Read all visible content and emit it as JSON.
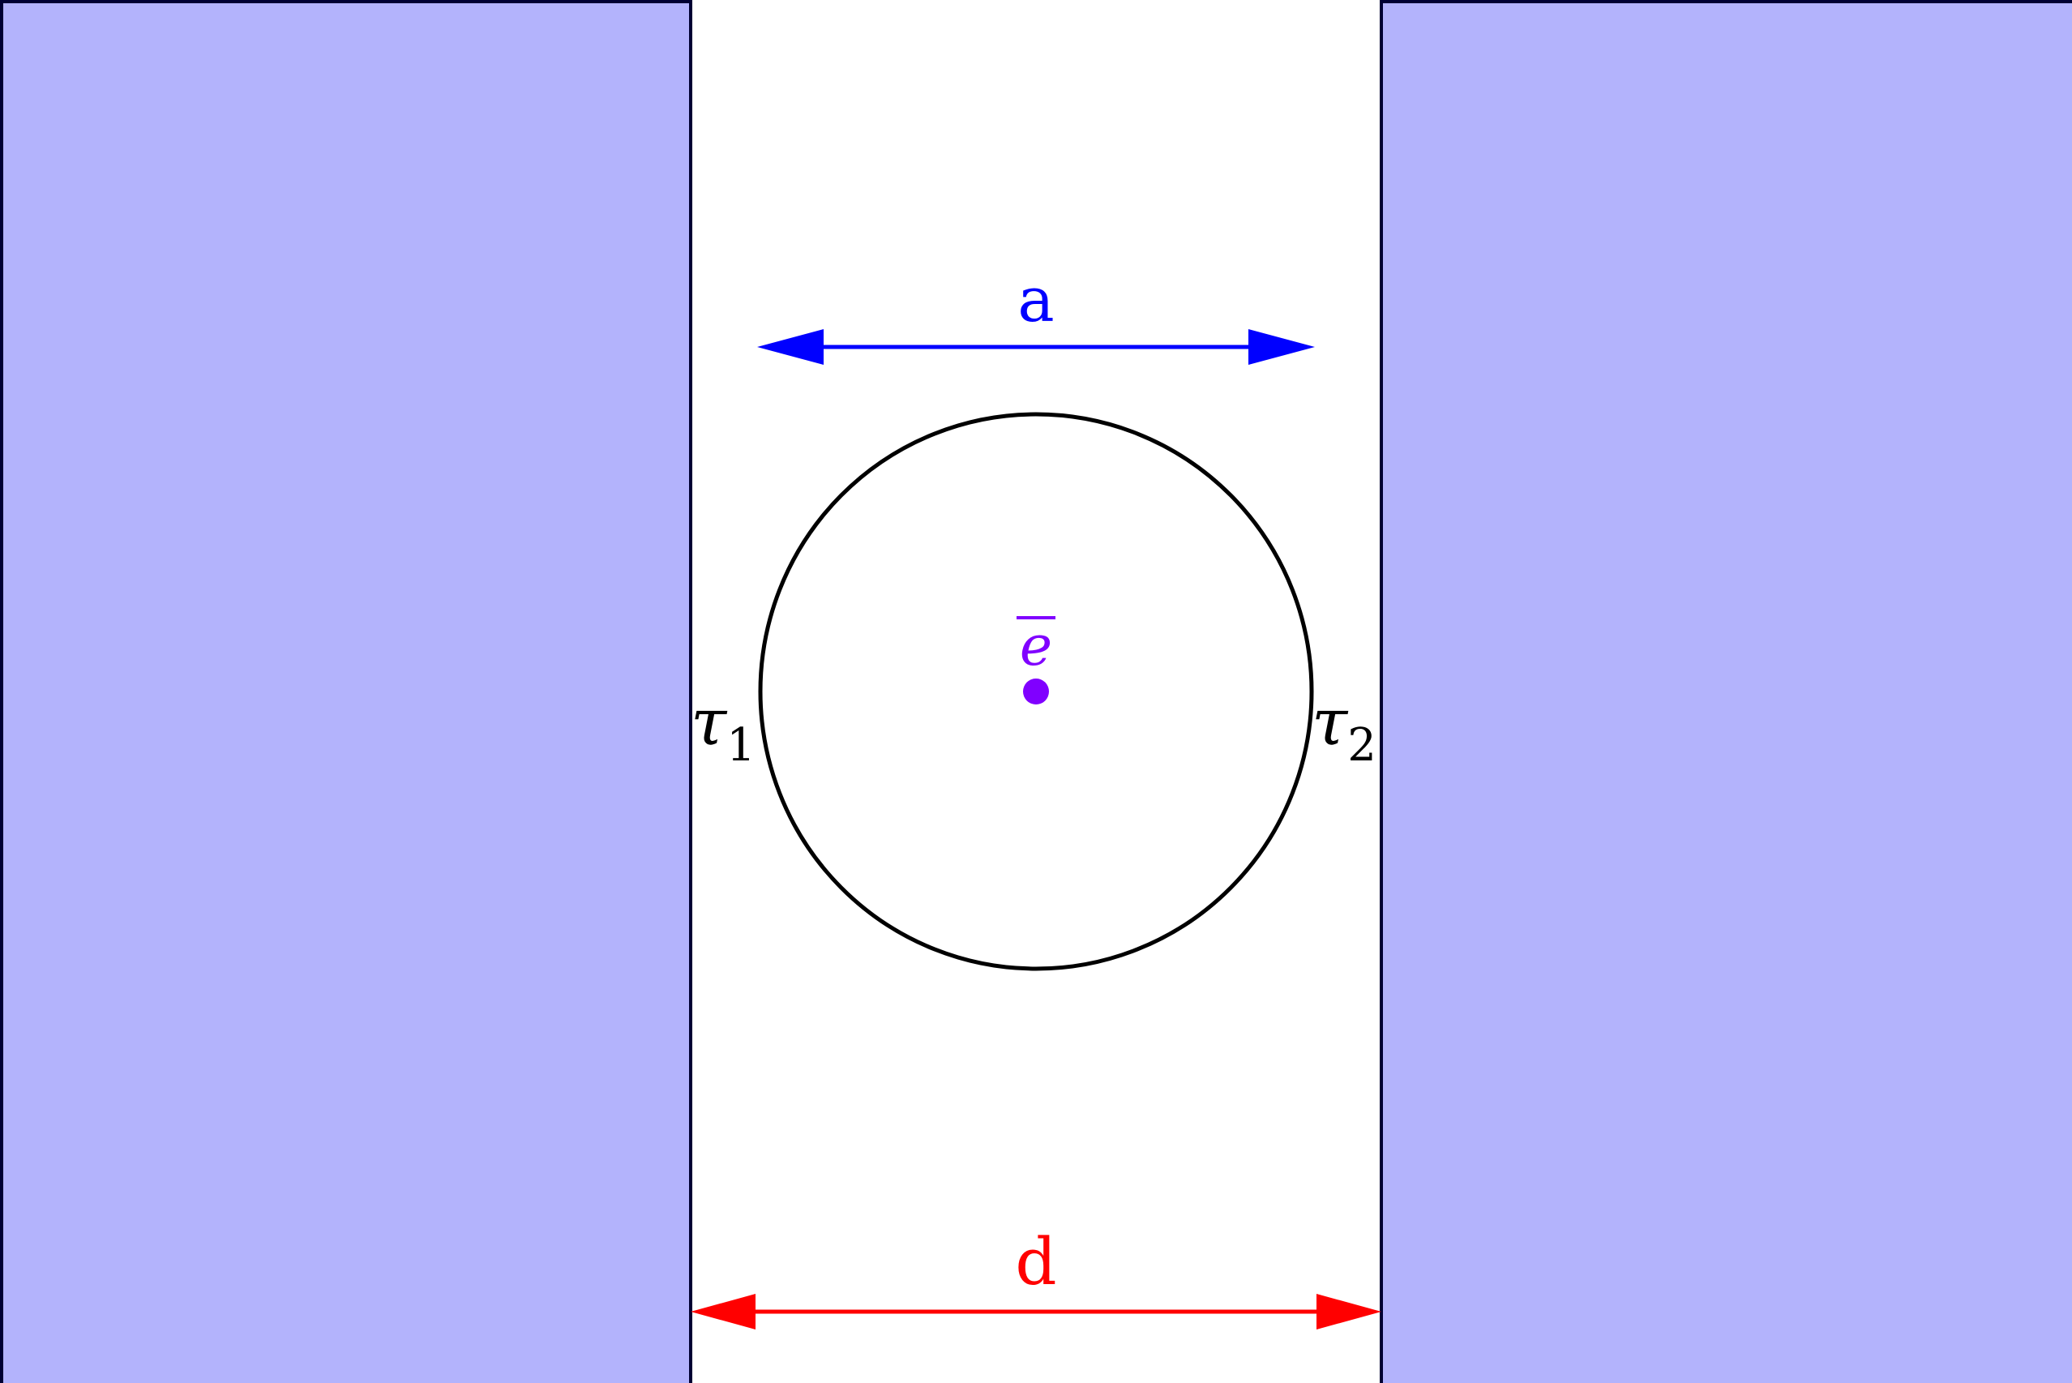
{
  "colors": {
    "plate_fill": "#b3b3fc",
    "plate_stroke": "#000033",
    "circle_stroke": "#000000",
    "arrow_a": "#0000ff",
    "arrow_d": "#ff0000",
    "electron": "#8000ff",
    "text": "#000000"
  },
  "labels": {
    "a": "a",
    "d": "d",
    "tau1_symbol": "τ",
    "tau1_sub": "1",
    "tau2_symbol": "τ",
    "tau2_sub": "2",
    "electron": "e"
  },
  "icons": {
    "electron_dot": "filled-circle",
    "arrow_heads": "double-headed-arrow"
  }
}
